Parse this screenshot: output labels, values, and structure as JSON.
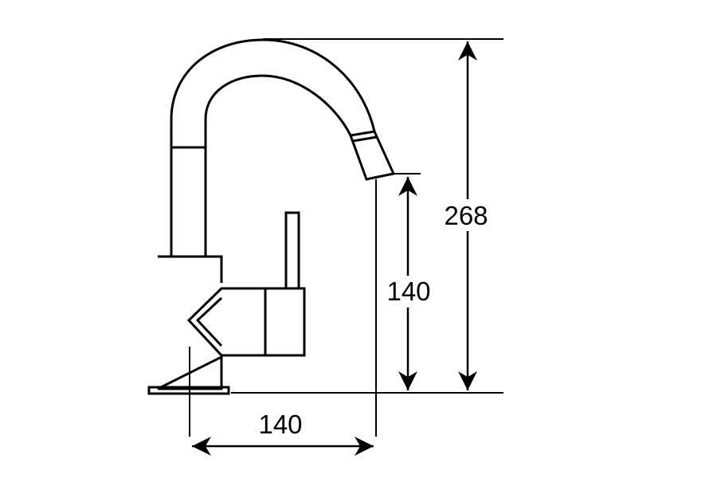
{
  "colors": {
    "line": "#000000",
    "background": "#ffffff"
  },
  "dimensions": {
    "total_height": {
      "value": "268"
    },
    "spout_height": {
      "value": "140"
    },
    "spout_reach": {
      "value": "140"
    }
  }
}
